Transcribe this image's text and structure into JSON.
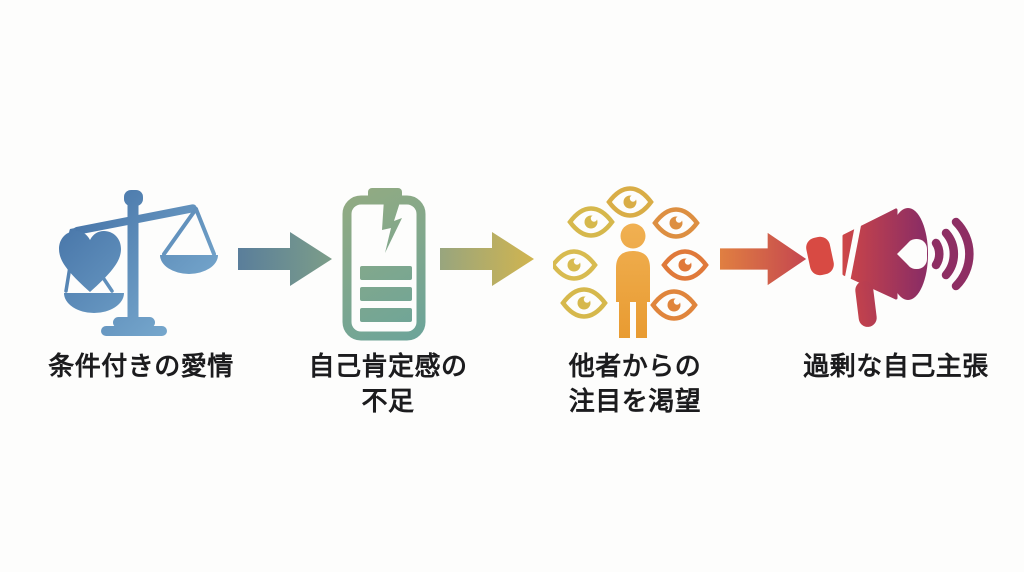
{
  "canvas": {
    "background": "#fdfdfc",
    "text_color": "#1c1c1e"
  },
  "stages": [
    {
      "name": "conditional-love",
      "icon": "unbalanced-scale-with-heart-icon",
      "label_lines": [
        "条件付きの愛情"
      ],
      "gradient": [
        "#3e6ba1",
        "#85b7d8"
      ]
    },
    {
      "name": "lack-of-self-esteem",
      "icon": "cracked-low-battery-icon",
      "label_lines": [
        "自己肯定感の",
        "不足"
      ],
      "gradient": [
        "#96ab7f",
        "#6aa49b"
      ]
    },
    {
      "name": "craving-attention-from-others",
      "icon": "person-surrounded-by-eyes-icon",
      "label_lines": [
        "他者からの",
        "注目を渇望"
      ],
      "gradient": [
        "#f0b052",
        "#e89a30"
      ],
      "eye_colors": [
        "#d9ad46",
        "#d6b84c",
        "#d8bb50",
        "#d6b84c",
        "#dd8f41",
        "#e0793a",
        "#e0853c"
      ]
    },
    {
      "name": "excessive-self-assertion",
      "icon": "megaphone-with-sound-waves-icon",
      "label_lines": [
        "過剰な自己主張"
      ],
      "gradient": [
        "#d84a43",
        "#8e2e63"
      ]
    }
  ],
  "arrows": [
    {
      "from": "conditional-love",
      "to": "lack-of-self-esteem",
      "gradient": [
        "#5a7e9b",
        "#7d9e88"
      ]
    },
    {
      "from": "lack-of-self-esteem",
      "to": "craving-attention-from-others",
      "gradient": [
        "#98a57e",
        "#d2b54e"
      ]
    },
    {
      "from": "craving-attention-from-others",
      "to": "excessive-self-assertion",
      "gradient": [
        "#e07f41",
        "#c44550"
      ]
    }
  ]
}
